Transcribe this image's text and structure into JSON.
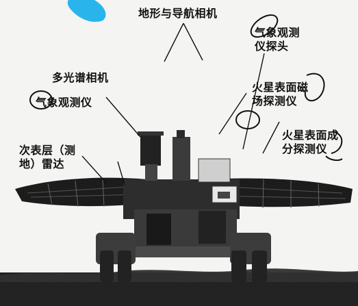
{
  "labels": {
    "terrain_camera": "地形与导航相机",
    "weather_head_line1": "气象观测",
    "weather_head_line2": "仪探头",
    "multispectral_camera": "多光谱相机",
    "weather_instrument": "气象观测仪",
    "magnetometer_line1": "火星表面磁",
    "magnetometer_line2": "场探测仪",
    "composition_line1": "火星表面成",
    "composition_line2": "分探测仪",
    "radar_line1": "次表层（测",
    "radar_line2": "地）雷达"
  },
  "colors": {
    "blob": "#29b5ec",
    "ink": "#111111",
    "ground": "#2a2a2a"
  }
}
